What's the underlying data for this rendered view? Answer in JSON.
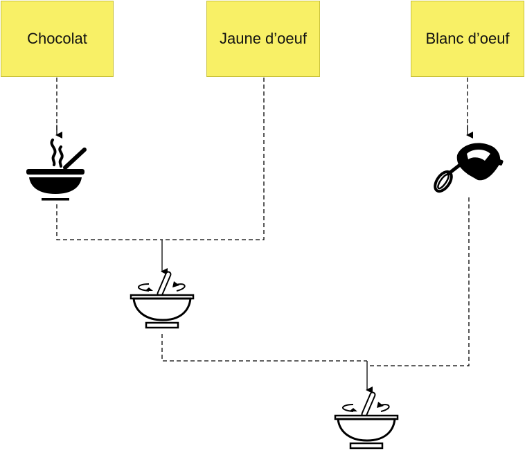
{
  "ingredients": {
    "chocolat": "Chocolat",
    "jaune": "Jaune d’oeuf",
    "blanc": "Blanc d’oeuf"
  },
  "icons": {
    "melt": "hot-bowl-icon",
    "whisk": "hand-mixer-icon",
    "mix": "mixing-bowl-icon",
    "final_mix": "mixing-bowl-icon"
  },
  "colors": {
    "note": "#f8f066",
    "line": "#000000"
  }
}
